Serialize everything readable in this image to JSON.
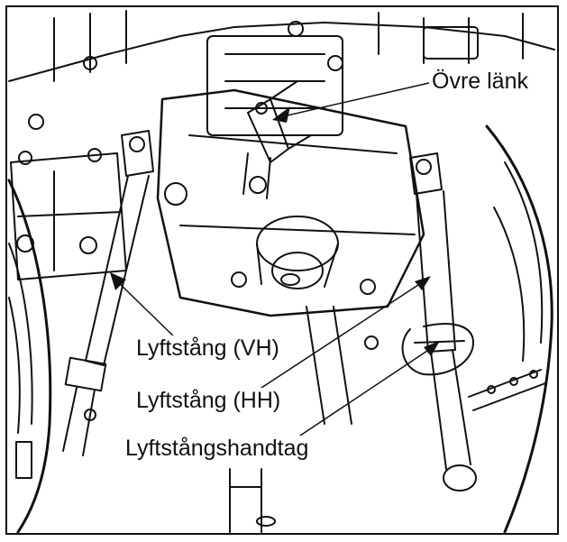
{
  "labels": {
    "top_link": "Övre länk",
    "lift_rod_left": "Lyftstång (VH)",
    "lift_rod_right": "Lyftstång (HH)",
    "lift_rod_handle": "Lyftstångshandtag"
  },
  "colors": {
    "line": "#111111",
    "background": "#ffffff"
  }
}
